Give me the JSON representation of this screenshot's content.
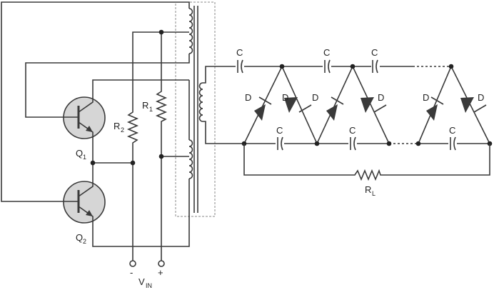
{
  "diagram": {
    "labels": {
      "q1": "Q",
      "q1_sub": "1",
      "q2": "Q",
      "q2_sub": "2",
      "r1": "R",
      "r1_sub": "1",
      "r2": "R",
      "r2_sub": "2",
      "rl": "R",
      "rl_sub": "L",
      "vin": "V",
      "vin_sub": "IN",
      "minus": "-",
      "plus": "+",
      "capacitor": "C",
      "diode": "D"
    },
    "colors": {
      "wire": "#3a3a3a",
      "transistor_fill": "#d6d6d6",
      "transformer_box": "#8a8a8a",
      "background": "#ffffff"
    }
  }
}
